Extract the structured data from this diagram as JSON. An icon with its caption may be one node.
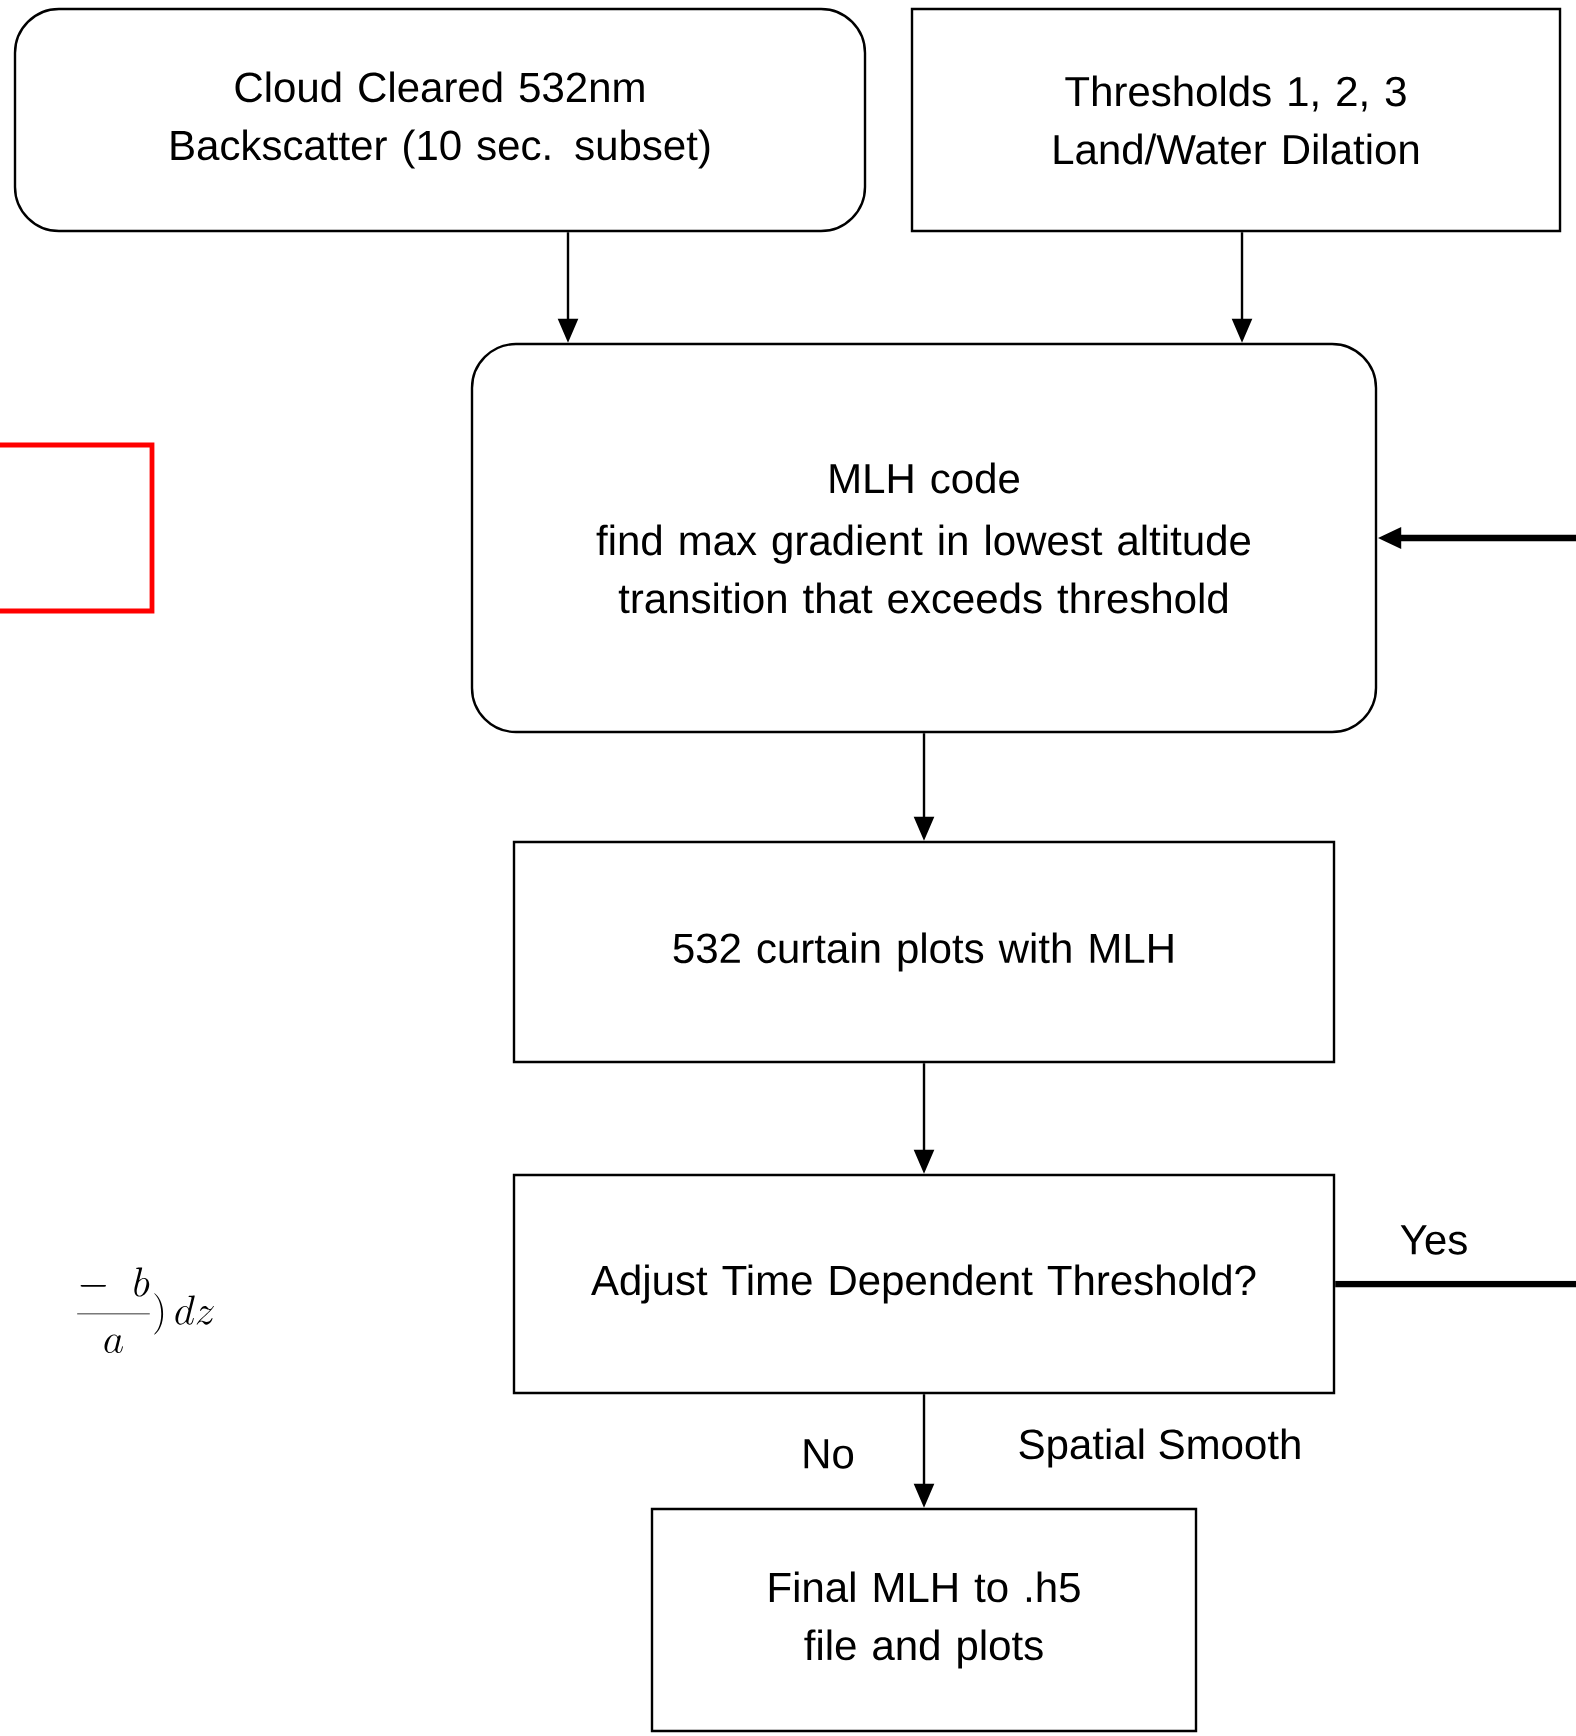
{
  "diagram": {
    "nodes": [
      {
        "text": [
          "Cloud Cleared 532nm Backscatter (10 sec. subset)"
        ]
      },
      {
        "text": [
          "Thresholds 1, 2, 3 Land/Water Dilation"
        ]
      },
      {
        "text": [
          "MLH code",
          "find max gradient in lowest altitude transition that exceeds threshold"
        ]
      },
      {
        "text": [
          "532 curtain plots with MLH"
        ]
      },
      {
        "text": [
          "Adjust Time Dependent Threshold?"
        ]
      },
      {
        "text": [
          "Final MLH to .h5 file and plots"
        ]
      },
      {
        "text": [],
        "shape": "box"
      }
    ],
    "edges": [
      {
        "from": 0,
        "to": 2,
        "arrow": "to"
      },
      {
        "from": 1,
        "to": 2,
        "arrow": "to"
      },
      {
        "from": 2,
        "to": 3,
        "arrow": "to"
      },
      {
        "from": 3,
        "to": 4,
        "arrow": "to"
      },
      {
        "from": 4,
        "to": 5,
        "arrow": "to",
        "label": "No"
      },
      {
        "from": 4,
        "to": null,
        "arrow": "none",
        "label": "Yes",
        "style": "thick"
      },
      {
        "from": null,
        "to": 2,
        "arrow": "to",
        "style": "thick"
      }
    ],
    "labels": [
      "Spatial Smooth",
      "\\frac{-\\;\\; b}{a}\\biggr)\\,dz"
    ]
  }
}
